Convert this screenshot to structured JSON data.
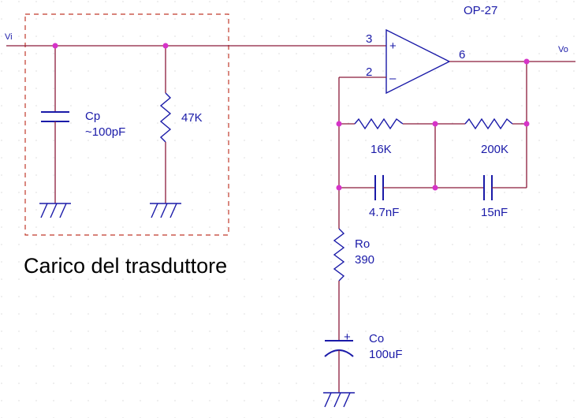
{
  "opamp": {
    "part": "OP-27",
    "pin_plus": "3",
    "pin_minus": "2",
    "pin_out": "6",
    "plus_sign": "+",
    "minus_sign": "–"
  },
  "ports": {
    "input": "Vi",
    "output": "Vo"
  },
  "transducer_box": {
    "title": "Carico del trasduttore"
  },
  "components": {
    "cp": {
      "name": "Cp",
      "value": "~100pF"
    },
    "r47k": {
      "value": "47K"
    },
    "r16k": {
      "value": "16K"
    },
    "r200k": {
      "value": "200K"
    },
    "c47n": {
      "value": "4.7nF"
    },
    "c15n": {
      "value": "15nF"
    },
    "ro": {
      "name": "Ro",
      "value": "390"
    },
    "co": {
      "name": "Co",
      "value": "100uF",
      "polarity": "+"
    }
  },
  "colors": {
    "wire": "#8b1a3a",
    "component": "#1a1aa8",
    "node": "#d633c8",
    "dashed_box": "#c0392b",
    "grid_dot": "#dcdcdc"
  }
}
